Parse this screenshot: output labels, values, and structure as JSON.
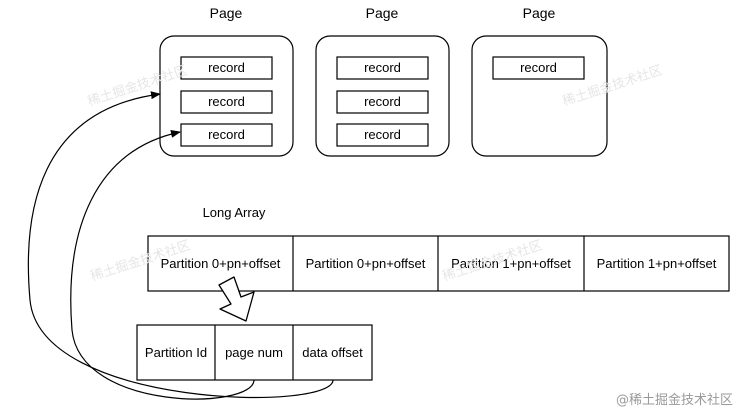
{
  "pages": [
    {
      "title": "Page",
      "records": [
        "record",
        "record",
        "record"
      ]
    },
    {
      "title": "Page",
      "records": [
        "record",
        "record",
        "record"
      ]
    },
    {
      "title": "Page",
      "records": [
        "record"
      ]
    }
  ],
  "long_array": {
    "title": "Long Array",
    "cells": [
      "Partition 0+pn+offset",
      "Partition 0+pn+offset",
      "Partition 1+pn+offset",
      "Partition 1+pn+offset"
    ]
  },
  "address": {
    "fields": [
      "Partition Id",
      "page num",
      "data offset"
    ]
  },
  "watermarks": [
    "稀土掘金技术社区"
  ],
  "credit": "@稀土掘金技术社区",
  "colors": {
    "stroke": "#000000",
    "background": "#ffffff",
    "text": "#000000"
  }
}
